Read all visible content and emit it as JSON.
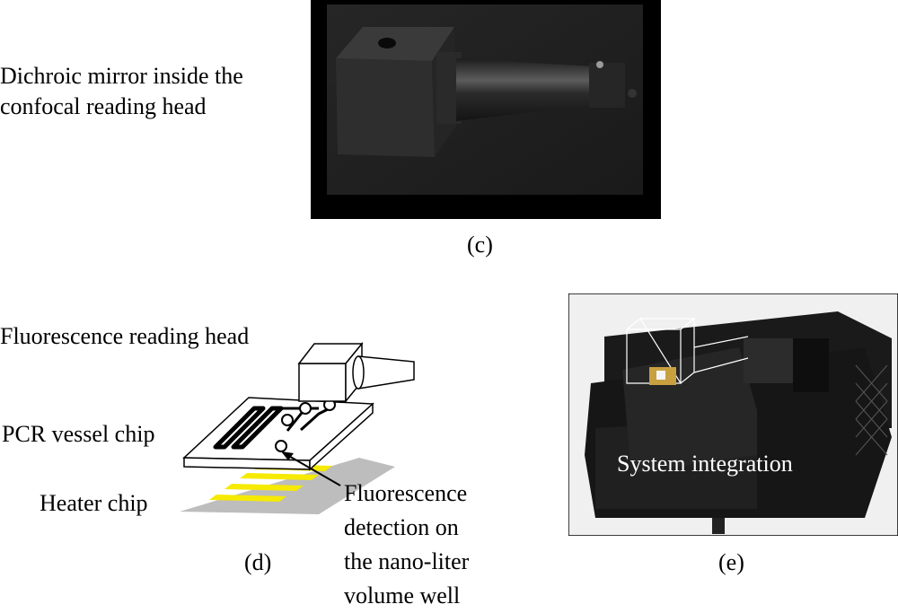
{
  "panel_c": {
    "description_line1": "Dichroic mirror inside the",
    "description_line2": "confocal reading head",
    "caption": "(c)"
  },
  "panel_d": {
    "label_reading_head": "Fluorescence reading head",
    "label_pcr_chip": "PCR vessel chip",
    "label_heater_chip": "Heater chip",
    "detection_line1": "Fluorescence",
    "detection_line2": "detection on",
    "detection_line3": "the nano-liter",
    "detection_line4": "volume well",
    "caption": "(d)",
    "colors": {
      "heater_stripe": "#f5ea00",
      "heater_base": "#bdbdbd"
    }
  },
  "panel_e": {
    "overlay_label": "System integration",
    "caption": "(e)"
  }
}
